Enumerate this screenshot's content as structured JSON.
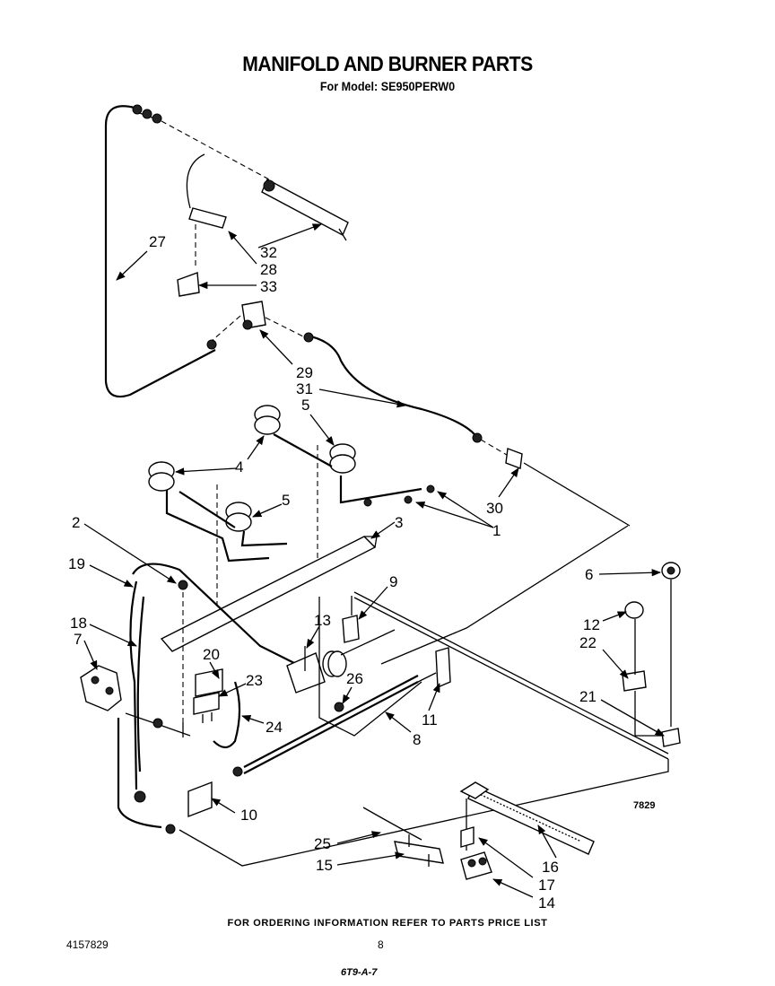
{
  "header": {
    "title": "MANIFOLD AND BURNER PARTS",
    "subtitle": "For Model: SE950PERW0"
  },
  "footer": {
    "note": "FOR ORDERING INFORMATION REFER TO PARTS PRICE LIST",
    "doc_number": "4157829",
    "page_number": "8",
    "stamp": "6T9-A-7"
  },
  "figure_code": "7829",
  "callouts": {
    "c27": "27",
    "c32": "32",
    "c28": "28",
    "c33": "33",
    "c29": "29",
    "c31": "31",
    "c5a": "5",
    "c4": "4",
    "c5b": "5",
    "c30": "30",
    "c1": "1",
    "c2": "2",
    "c3": "3",
    "c19": "19",
    "c18": "18",
    "c7": "7",
    "c9": "9",
    "c13": "13",
    "c20": "20",
    "c23": "23",
    "c26": "26",
    "c24": "24",
    "c6": "6",
    "c12": "12",
    "c22": "22",
    "c21": "21",
    "c11": "11",
    "c8": "8",
    "c10": "10",
    "c25": "25",
    "c15": "15",
    "c16": "16",
    "c17": "17",
    "c14": "14"
  }
}
